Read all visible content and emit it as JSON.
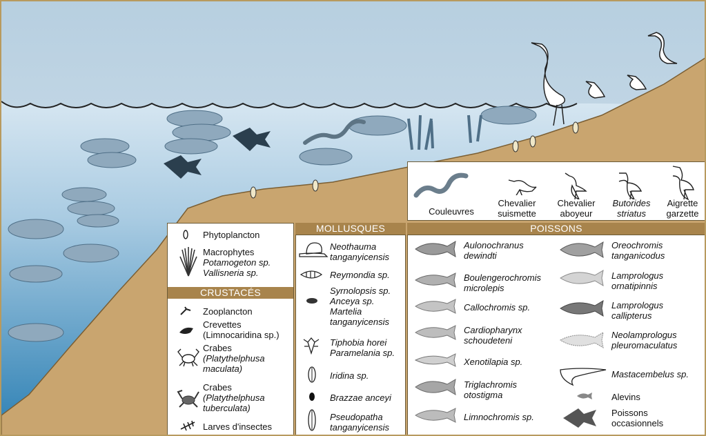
{
  "colors": {
    "water_top": "#cfe0ee",
    "water_bottom": "#2f86b8",
    "shore": "#c9a56f",
    "shore_dark": "#7a5e33",
    "header": "#a8844c",
    "frame": "#b89a5e"
  },
  "birds": [
    {
      "icon": "snake-icon",
      "label": "Couleuvres"
    },
    {
      "icon": "bird-icon",
      "label": "Chevalier\nsuismette"
    },
    {
      "icon": "bird-icon",
      "label": "Chevalier\naboyeur"
    },
    {
      "icon": "heron-icon",
      "label": "Butorides\nstriatus"
    },
    {
      "icon": "egret-icon",
      "label": "Aigrette\ngarzette"
    }
  ],
  "left_panel": {
    "items_top": [
      {
        "icon": "phytoplankton-icon",
        "lines": [
          "Phytoplancton"
        ],
        "italic": [
          false
        ]
      },
      {
        "icon": "macrophyte-icon",
        "lines": [
          "Macrophytes",
          "Potamogeton sp.",
          "Vallisneria sp."
        ],
        "italic": [
          false,
          true,
          true
        ]
      }
    ],
    "crustaces_header": "CRUSTACÉS",
    "crustaces": [
      {
        "icon": "zooplankton-icon",
        "lines": [
          "Zooplancton"
        ]
      },
      {
        "icon": "shrimp-icon",
        "lines": [
          "Crevettes",
          "(Limnocaridina sp.)"
        ]
      },
      {
        "icon": "crab-icon",
        "lines": [
          "Crabes",
          "(Platythelphusa",
          "maculata)"
        ]
      },
      {
        "icon": "crab-icon",
        "lines": [
          "Crabes",
          "(Platythelphusa",
          "tuberculata)"
        ]
      },
      {
        "icon": "insect-larva-icon",
        "lines": [
          "Larves d'insectes"
        ]
      }
    ]
  },
  "mollusques": {
    "header": "MOLLUSQUES",
    "items": [
      {
        "icon": "snail-icon",
        "lines": [
          "Neothauma",
          "tanganyicensis"
        ]
      },
      {
        "icon": "shell-icon",
        "lines": [
          "Reymondia sp."
        ]
      },
      {
        "icon": "small-shell-icon",
        "lines": [
          "Syrnolopsis sp.",
          "Anceya sp.",
          "Martelia",
          "tanganyicensis"
        ]
      },
      {
        "icon": "spiky-shell-icon",
        "lines": [
          "Tiphobia horei",
          "Paramelania sp."
        ]
      },
      {
        "icon": "bivalve-icon",
        "lines": [
          "Iridina sp."
        ]
      },
      {
        "icon": "black-shell-icon",
        "lines": [
          "Brazzae anceyi"
        ]
      },
      {
        "icon": "long-bivalve-icon",
        "lines": [
          "Pseudopatha",
          "tanganyicensis"
        ]
      }
    ]
  },
  "poissons": {
    "header": "POISSONS",
    "col1": [
      {
        "lines": [
          "Aulonochranus",
          "dewindti"
        ]
      },
      {
        "lines": [
          "Boulengerochromis",
          "microlepis"
        ]
      },
      {
        "lines": [
          "Callochromis sp."
        ]
      },
      {
        "lines": [
          "Cardiopharynx",
          "schoudeteni"
        ]
      },
      {
        "lines": [
          "Xenotilapia sp."
        ]
      },
      {
        "lines": [
          "Triglachromis",
          "otostigma"
        ]
      },
      {
        "lines": [
          "Limnochromis sp."
        ]
      }
    ],
    "col2": [
      {
        "lines": [
          "Oreochromis",
          "tanganicodus"
        ],
        "italic": true
      },
      {
        "lines": [
          "Lamprologus",
          "ornatipinnis"
        ],
        "italic": true
      },
      {
        "lines": [
          "Lamprologus",
          "callipterus"
        ],
        "italic": true
      },
      {
        "lines": [
          "Neolamprologus",
          "pleuromaculatus"
        ],
        "italic": true
      },
      {
        "lines": [
          "Mastacembelus sp."
        ],
        "italic": true
      },
      {
        "lines": [
          "Alevins"
        ],
        "italic": false
      },
      {
        "lines": [
          "Poissons",
          "occasionnels"
        ],
        "italic": false
      }
    ]
  }
}
